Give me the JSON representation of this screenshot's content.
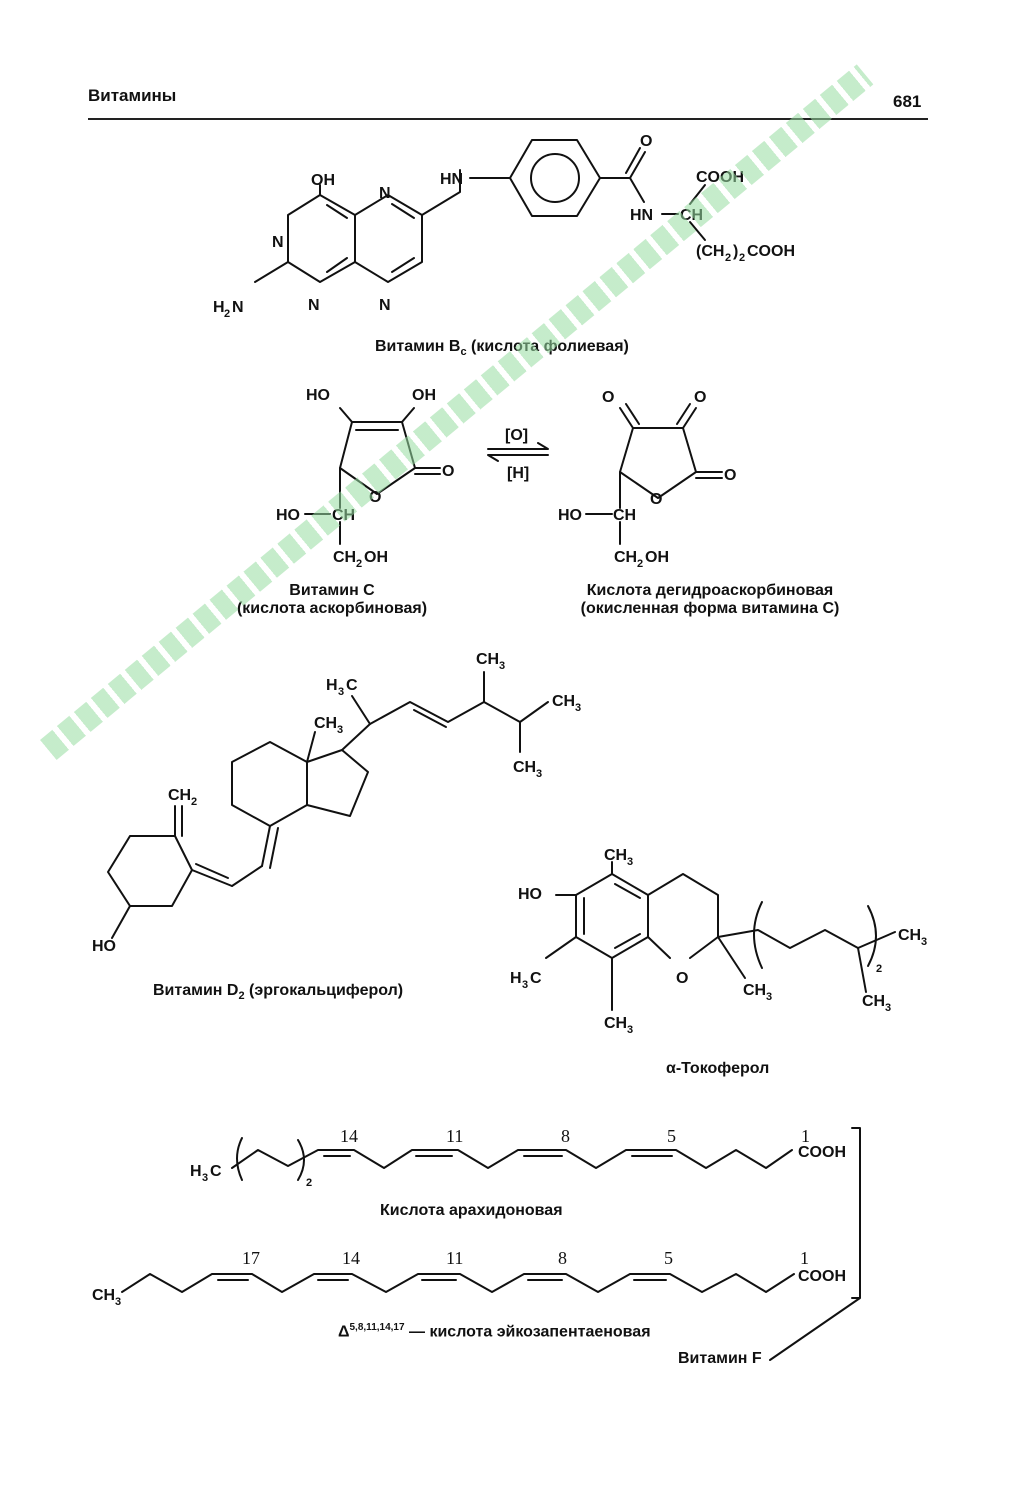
{
  "header": {
    "section_title": "Витамины",
    "page_number": "681"
  },
  "folic_acid": {
    "caption_main": "Витамин B",
    "caption_sub": "c",
    "caption_rest": " (кислота фолиевая)",
    "labels": {
      "oh": "OH",
      "n": "N",
      "h2n": "H",
      "hn": "HN",
      "o": "O",
      "cooh": "COOH",
      "nh": "HN",
      "ch": "CH",
      "ch2cooh": "(CH",
      "ch2cooh_sub": "2",
      "ch2cooh_end": ")",
      "ch2cooh_sub2": "2",
      "ch2cooh_tail": "COOH",
      "nh2_sub": "2",
      "nh2_n": "N"
    }
  },
  "vitamin_c": {
    "caption_line1": "Витамин C",
    "caption_line2": "(кислота аскорбиновая)",
    "labels": {
      "ho": "HO",
      "oh": "OH",
      "o": "O",
      "ch": "CH",
      "ch2oh_a": "CH",
      "ch2oh_sub": "2",
      "ch2oh_b": "OH"
    }
  },
  "equilibrium": {
    "oxidize": "[O]",
    "reduce": "[H]"
  },
  "dehydroascorbic": {
    "caption_line1": "Кислота дегидроаскорбиновая",
    "caption_line2": "(окисленная форма витамина C)"
  },
  "vitamin_d2": {
    "caption_main": "Витамин D",
    "caption_sub": "2",
    "caption_rest": " (эргокальциферол)",
    "labels": {
      "ch3": "CH",
      "h3c": "H",
      "c": "C",
      "ch2": "CH",
      "sub3": "3",
      "sub2": "2",
      "ho": "HO"
    }
  },
  "tocopherol": {
    "caption": "α-Токоферол",
    "labels": {
      "ho": "HO",
      "o": "O",
      "ch3": "CH",
      "h3c": "H",
      "c": "C",
      "sub3": "3",
      "sub2": "2"
    }
  },
  "arachidonic": {
    "caption": "Кислота арахидоновая",
    "positions": [
      "14",
      "11",
      "8",
      "5",
      "1"
    ],
    "labels": {
      "h3c": "H",
      "c": "C",
      "sub3": "3",
      "sub2": "2",
      "cooh": "COOH"
    }
  },
  "eicosapentaenoic": {
    "caption_delta": "Δ",
    "caption_sup": "5,8,11,14,17",
    "caption_rest": " — кислота эйкозапентаеновая",
    "positions": [
      "17",
      "14",
      "11",
      "8",
      "5",
      "1"
    ],
    "labels": {
      "ch3": "CH",
      "sub3": "3",
      "cooh": "COOH"
    }
  },
  "vitamin_f": {
    "caption": "Витамин F"
  }
}
